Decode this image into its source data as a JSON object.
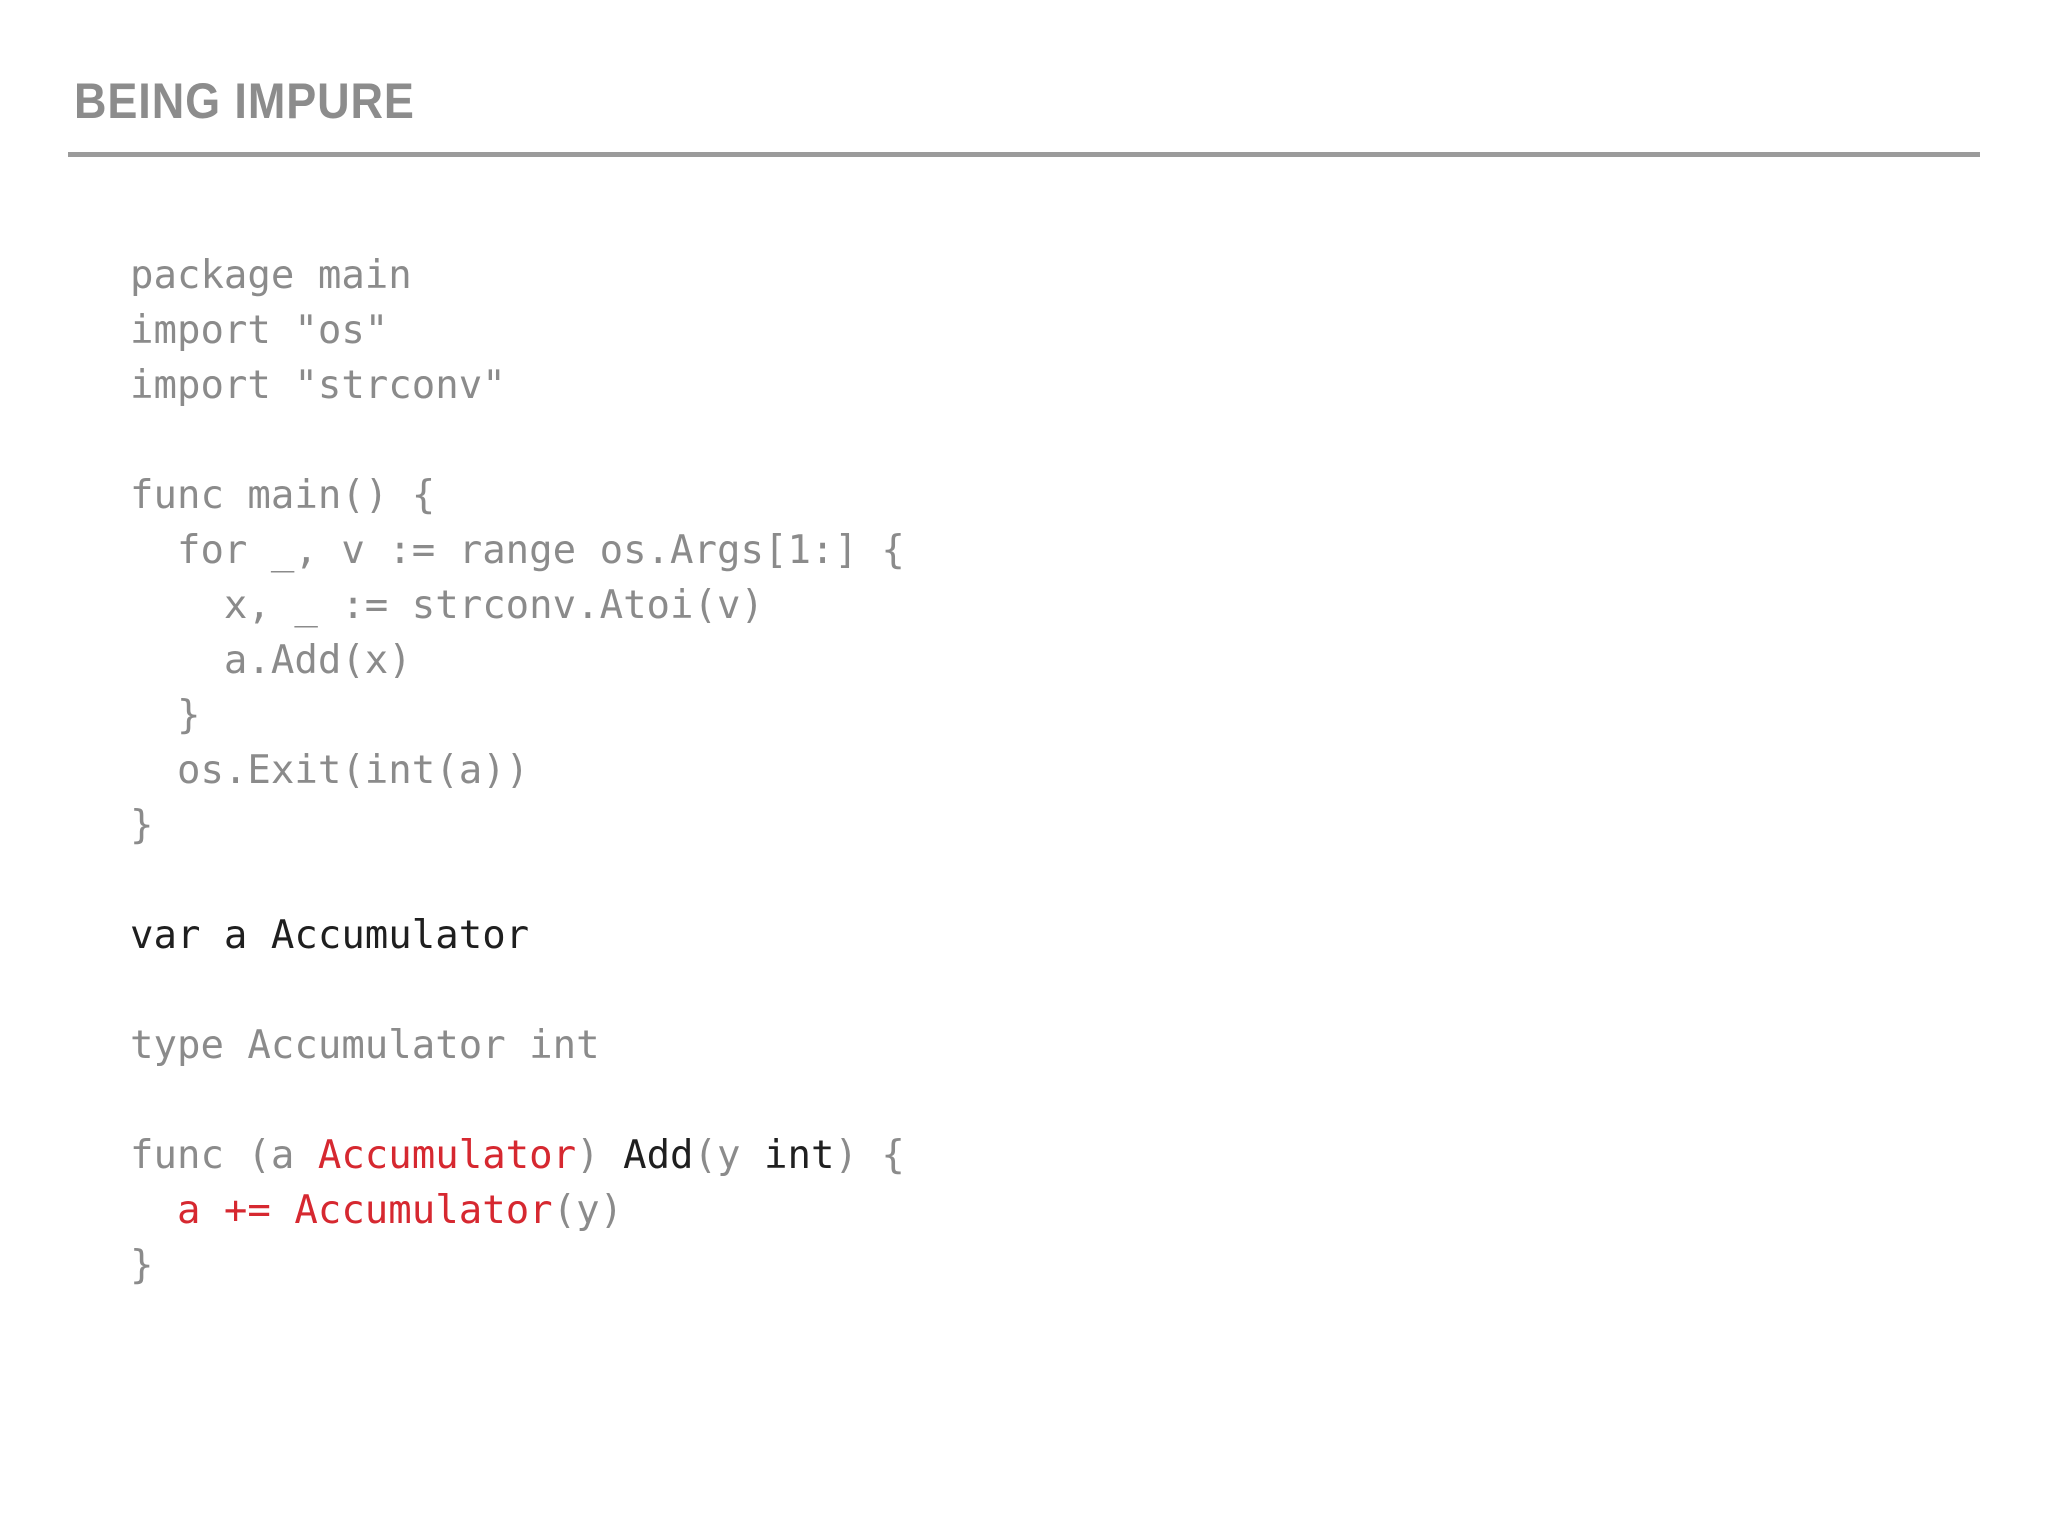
{
  "title": "BEING IMPURE",
  "colors": {
    "gray": "#8b8b8b",
    "black": "#1f1f1f",
    "red": "#d62830",
    "rule": "#9b9b9b",
    "title": "#8c8c8c",
    "background": "#ffffff"
  },
  "code": {
    "language": "go",
    "lines": [
      {
        "segments": [
          {
            "text": "package main",
            "color": "gray"
          }
        ]
      },
      {
        "segments": [
          {
            "text": "import \"os\"",
            "color": "gray"
          }
        ]
      },
      {
        "segments": [
          {
            "text": "import \"strconv\"",
            "color": "gray"
          }
        ]
      },
      {
        "segments": []
      },
      {
        "segments": [
          {
            "text": "func main() {",
            "color": "gray"
          }
        ]
      },
      {
        "segments": [
          {
            "text": "  for _, v := range os.Args[1:] {",
            "color": "gray"
          }
        ]
      },
      {
        "segments": [
          {
            "text": "    x, _ := strconv.Atoi(v)",
            "color": "gray"
          }
        ]
      },
      {
        "segments": [
          {
            "text": "    a.Add(x)",
            "color": "gray"
          }
        ]
      },
      {
        "segments": [
          {
            "text": "  }",
            "color": "gray"
          }
        ]
      },
      {
        "segments": [
          {
            "text": "  os.Exit(int(a))",
            "color": "gray"
          }
        ]
      },
      {
        "segments": [
          {
            "text": "}",
            "color": "gray"
          }
        ]
      },
      {
        "segments": []
      },
      {
        "segments": [
          {
            "text": "var a Accumulator",
            "color": "black"
          }
        ]
      },
      {
        "segments": []
      },
      {
        "segments": [
          {
            "text": "type Accumulator int",
            "color": "gray"
          }
        ]
      },
      {
        "segments": []
      },
      {
        "segments": [
          {
            "text": "func (a ",
            "color": "gray"
          },
          {
            "text": "Accumulator",
            "color": "red"
          },
          {
            "text": ") ",
            "color": "gray"
          },
          {
            "text": "Add",
            "color": "black"
          },
          {
            "text": "(y ",
            "color": "gray"
          },
          {
            "text": "int",
            "color": "black"
          },
          {
            "text": ") {",
            "color": "gray"
          }
        ]
      },
      {
        "segments": [
          {
            "text": "  ",
            "color": "gray"
          },
          {
            "text": "a += Accumulator",
            "color": "red"
          },
          {
            "text": "(y)",
            "color": "gray"
          }
        ]
      },
      {
        "segments": [
          {
            "text": "}",
            "color": "gray"
          }
        ]
      }
    ]
  }
}
